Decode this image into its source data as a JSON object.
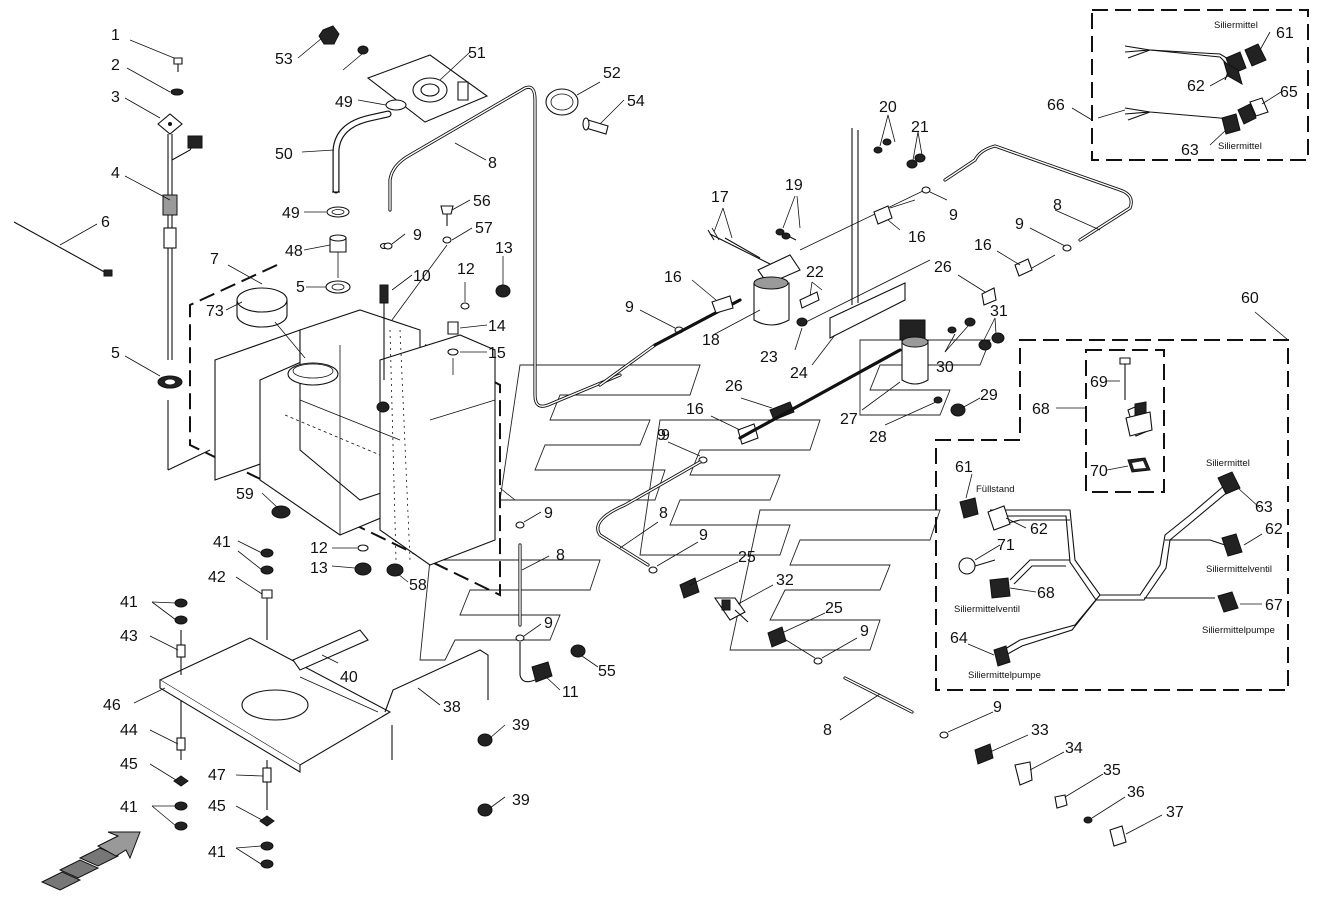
{
  "callouts": [
    {
      "id": "c1",
      "text": "1"
    },
    {
      "id": "c2a",
      "text": "2"
    },
    {
      "id": "c3",
      "text": "3"
    },
    {
      "id": "c4",
      "text": "4"
    },
    {
      "id": "c5a",
      "text": "5"
    },
    {
      "id": "c5b",
      "text": "5"
    },
    {
      "id": "c6",
      "text": "6"
    },
    {
      "id": "c7",
      "text": "7"
    },
    {
      "id": "c8a",
      "text": "8"
    },
    {
      "id": "c8b",
      "text": "8"
    },
    {
      "id": "c8c",
      "text": "8"
    },
    {
      "id": "c8d",
      "text": "8"
    },
    {
      "id": "c8e",
      "text": "8"
    },
    {
      "id": "c9a",
      "text": "9"
    },
    {
      "id": "c9b",
      "text": "9"
    },
    {
      "id": "c9c",
      "text": "9"
    },
    {
      "id": "c9d",
      "text": "9"
    },
    {
      "id": "c9e",
      "text": "9"
    },
    {
      "id": "c9f",
      "text": "9"
    },
    {
      "id": "c9g",
      "text": "9"
    },
    {
      "id": "c9h",
      "text": "9"
    },
    {
      "id": "c9i",
      "text": "9"
    },
    {
      "id": "c9j",
      "text": "9"
    },
    {
      "id": "c9k",
      "text": "9"
    },
    {
      "id": "c10",
      "text": "10"
    },
    {
      "id": "c11",
      "text": "11"
    },
    {
      "id": "c12a",
      "text": "12"
    },
    {
      "id": "c12b",
      "text": "12"
    },
    {
      "id": "c13a",
      "text": "13"
    },
    {
      "id": "c13b",
      "text": "13"
    },
    {
      "id": "c14",
      "text": "14"
    },
    {
      "id": "c15",
      "text": "15"
    },
    {
      "id": "c16a",
      "text": "16"
    },
    {
      "id": "c16b",
      "text": "16"
    },
    {
      "id": "c16c",
      "text": "16"
    },
    {
      "id": "c16d",
      "text": "16"
    },
    {
      "id": "c17",
      "text": "17"
    },
    {
      "id": "c18",
      "text": "18"
    },
    {
      "id": "c19",
      "text": "19"
    },
    {
      "id": "c20",
      "text": "20"
    },
    {
      "id": "c21",
      "text": "21"
    },
    {
      "id": "c22",
      "text": "22"
    },
    {
      "id": "c23",
      "text": "23"
    },
    {
      "id": "c24",
      "text": "24"
    },
    {
      "id": "c25a",
      "text": "25"
    },
    {
      "id": "c25b",
      "text": "25"
    },
    {
      "id": "c26a",
      "text": "26"
    },
    {
      "id": "c26b",
      "text": "26"
    },
    {
      "id": "c27",
      "text": "27"
    },
    {
      "id": "c28",
      "text": "28"
    },
    {
      "id": "c29",
      "text": "29"
    },
    {
      "id": "c30",
      "text": "30"
    },
    {
      "id": "c31",
      "text": "31"
    },
    {
      "id": "c32",
      "text": "32"
    },
    {
      "id": "c33",
      "text": "33"
    },
    {
      "id": "c34",
      "text": "34"
    },
    {
      "id": "c35",
      "text": "35"
    },
    {
      "id": "c36",
      "text": "36"
    },
    {
      "id": "c37",
      "text": "37"
    },
    {
      "id": "c38",
      "text": "38"
    },
    {
      "id": "c39a",
      "text": "39"
    },
    {
      "id": "c39b",
      "text": "39"
    },
    {
      "id": "c40",
      "text": "40"
    },
    {
      "id": "c41a",
      "text": "41"
    },
    {
      "id": "c41b",
      "text": "41"
    },
    {
      "id": "c41c",
      "text": "41"
    },
    {
      "id": "c41d",
      "text": "41"
    },
    {
      "id": "c42",
      "text": "42"
    },
    {
      "id": "c43",
      "text": "43"
    },
    {
      "id": "c44",
      "text": "44"
    },
    {
      "id": "c45a",
      "text": "45"
    },
    {
      "id": "c45b",
      "text": "45"
    },
    {
      "id": "c46",
      "text": "46"
    },
    {
      "id": "c47",
      "text": "47"
    },
    {
      "id": "c48",
      "text": "48"
    },
    {
      "id": "c49a",
      "text": "49"
    },
    {
      "id": "c49b",
      "text": "49"
    },
    {
      "id": "c50",
      "text": "50"
    },
    {
      "id": "c51",
      "text": "51"
    },
    {
      "id": "c52",
      "text": "52"
    },
    {
      "id": "c53",
      "text": "53"
    },
    {
      "id": "c54",
      "text": "54"
    },
    {
      "id": "c55",
      "text": "55"
    },
    {
      "id": "c56",
      "text": "56"
    },
    {
      "id": "c57",
      "text": "57"
    },
    {
      "id": "c58",
      "text": "58"
    },
    {
      "id": "c59",
      "text": "59"
    },
    {
      "id": "c60",
      "text": "60"
    },
    {
      "id": "c61a",
      "text": "61"
    },
    {
      "id": "c61b",
      "text": "61"
    },
    {
      "id": "c62a",
      "text": "62"
    },
    {
      "id": "c62b",
      "text": "62"
    },
    {
      "id": "c62c",
      "text": "62"
    },
    {
      "id": "c63a",
      "text": "63"
    },
    {
      "id": "c63b",
      "text": "63"
    },
    {
      "id": "c64",
      "text": "64"
    },
    {
      "id": "c65",
      "text": "65"
    },
    {
      "id": "c66",
      "text": "66"
    },
    {
      "id": "c67",
      "text": "67"
    },
    {
      "id": "c68a",
      "text": "68"
    },
    {
      "id": "c68b",
      "text": "68"
    },
    {
      "id": "c69",
      "text": "69"
    },
    {
      "id": "c70",
      "text": "70"
    },
    {
      "id": "c71",
      "text": "71"
    },
    {
      "id": "c73",
      "text": "73"
    }
  ],
  "labels": {
    "silier_top1": "Siliermittel",
    "silier_top2": "Siliermittel",
    "fuellstand": "Füllstand",
    "silier_r": "Siliermittel",
    "silierventil_r": "Siliermittelventil",
    "silierventil_l": "Siliermittelventil",
    "silierpumpe_r": "Siliermittelpumpe",
    "silierpumpe_l": "Siliermittelpumpe"
  },
  "icons": {
    "direction_arrow": "travel-direction-arrow-icon"
  }
}
